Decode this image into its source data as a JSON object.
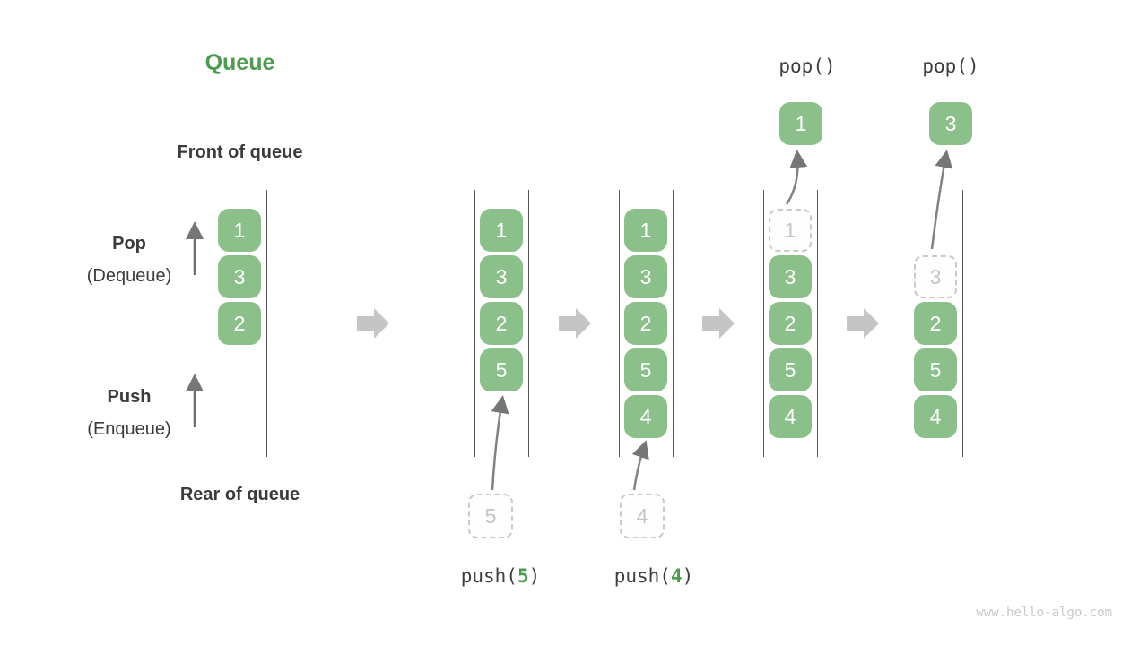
{
  "title": "Queue",
  "labels": {
    "front": "Front of queue",
    "rear": "Rear of queue",
    "pop": "Pop",
    "pop_sub": "(Dequeue)",
    "push": "Push",
    "push_sub": "(Enqueue)"
  },
  "colors": {
    "accent_green": "#4C9B4F",
    "box_green": "#8CC08A",
    "box_text": "#FFFFFF",
    "dark_text": "#3B3B3B",
    "dashed_border": "#C9C9C9",
    "dashed_text": "#C4C4C4",
    "block_arrow": "#C5C5C5",
    "thin_arrow": "#767676"
  },
  "queues": [
    {
      "cells": [
        "1",
        "3",
        "2"
      ]
    },
    {
      "cells": [
        "1",
        "3",
        "2",
        "5"
      ]
    },
    {
      "cells": [
        "1",
        "3",
        "2",
        "5",
        "4"
      ]
    },
    {
      "ghost": "1",
      "cells": [
        "3",
        "2",
        "5",
        "4"
      ]
    },
    {
      "ghost": "3",
      "cells": [
        "2",
        "5",
        "4"
      ]
    }
  ],
  "operations": {
    "push5": {
      "prefix": "push(",
      "arg": "5",
      "suffix": ")"
    },
    "push4": {
      "prefix": "push(",
      "arg": "4",
      "suffix": ")"
    },
    "pop_first": "pop()",
    "pop_second": "pop()"
  },
  "popped": {
    "first": "1",
    "second": "3"
  },
  "incoming": {
    "first": "5",
    "second": "4"
  },
  "watermark": "www.hello-algo.com"
}
